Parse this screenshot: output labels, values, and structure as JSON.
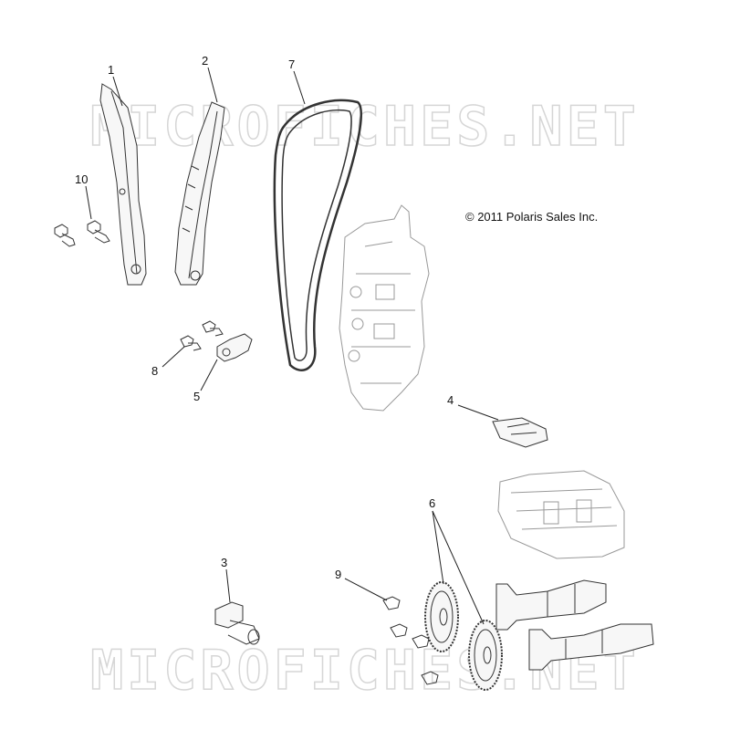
{
  "watermark": {
    "top": "MICROFICHES.NET",
    "bottom": "MICROFICHES.NET"
  },
  "copyright": "© 2011 Polaris Sales Inc.",
  "callouts": [
    {
      "id": "1",
      "label": "1"
    },
    {
      "id": "2",
      "label": "2"
    },
    {
      "id": "3",
      "label": "3"
    },
    {
      "id": "4",
      "label": "4"
    },
    {
      "id": "5",
      "label": "5"
    },
    {
      "id": "6",
      "label": "6"
    },
    {
      "id": "7",
      "label": "7"
    },
    {
      "id": "8",
      "label": "8"
    },
    {
      "id": "9",
      "label": "9"
    },
    {
      "id": "10",
      "label": "10"
    }
  ]
}
